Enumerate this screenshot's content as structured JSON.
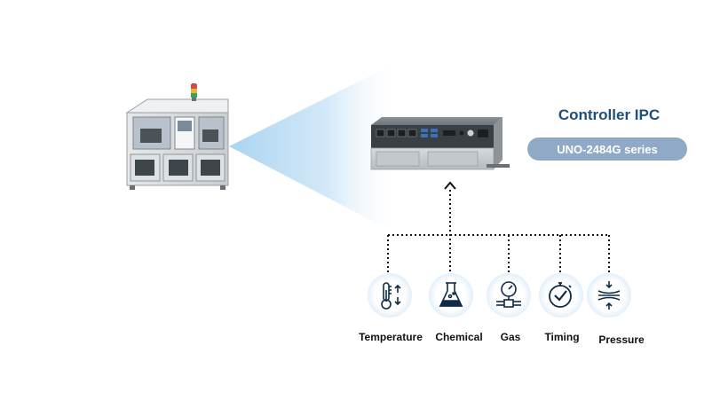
{
  "controller": {
    "title": "Controller IPC",
    "series": "UNO-2484G series"
  },
  "sensors": [
    {
      "label": "Temperature",
      "icon": "thermometer-icon"
    },
    {
      "label": "Chemical",
      "icon": "flask-icon"
    },
    {
      "label": "Gas",
      "icon": "gas-gauge-icon"
    },
    {
      "label": "Timing",
      "icon": "timer-icon"
    },
    {
      "label": "Pressure",
      "icon": "pressure-icon"
    }
  ],
  "colors": {
    "title": "#1f4e79",
    "badge": "#8fa9c6",
    "beam": "#b9dcf3",
    "icon": "#0d2c4a"
  }
}
